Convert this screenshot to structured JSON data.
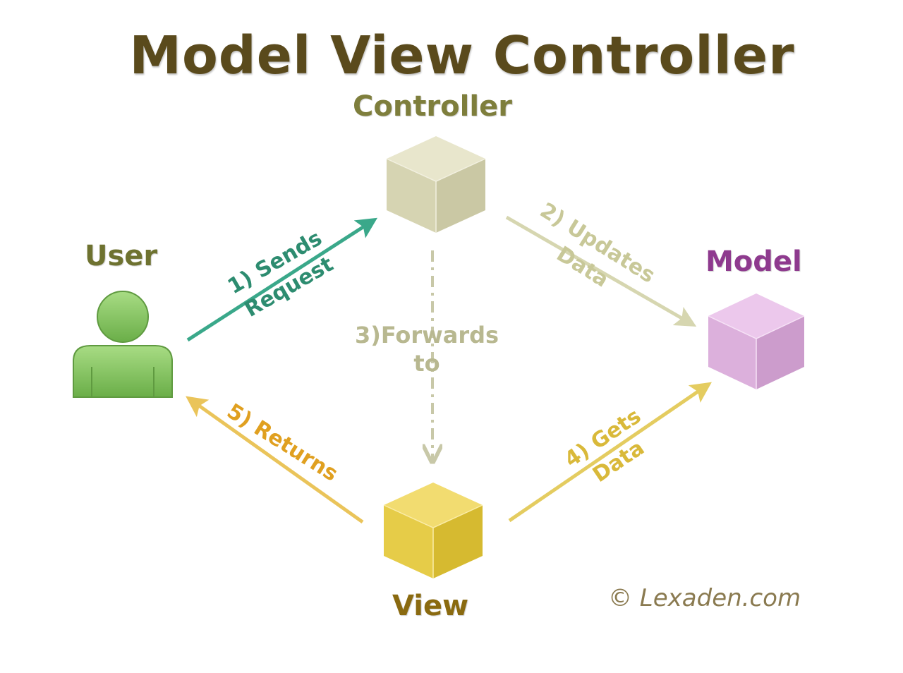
{
  "title": "Model View Controller",
  "nodes": {
    "controller": "Controller",
    "user": "User",
    "model": "Model",
    "view": "View"
  },
  "edges": {
    "sends_line1": "1) Sends",
    "sends_line2": "Request",
    "updates_line1": "2) Updates",
    "updates_line2": "Data",
    "forwards_line1": "3)Forwards",
    "forwards_line2": "to",
    "gets_line1": "4) Gets",
    "gets_line2": "Data",
    "returns": "5) Returns"
  },
  "credit": "© Lexaden.com",
  "colors": {
    "title": "#5a4a1c",
    "controller": "#d8d6b6",
    "user": "#7cc05a",
    "model": "#dcb0dc",
    "view": "#e4cc48",
    "arrow_sends": "#3aa88a",
    "arrow_updates": "#d6d6b0",
    "arrow_forwards": "#c8c8a8",
    "arrow_gets": "#e4cc60",
    "arrow_returns": "#eac45a"
  }
}
